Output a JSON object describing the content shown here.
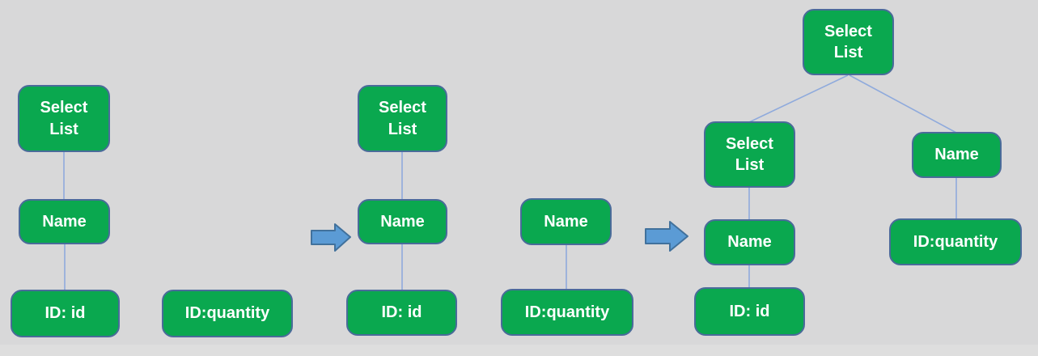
{
  "colors": {
    "bg": "#d8d8d9",
    "bg-strip": "#dedede",
    "node-fill": "#0aa84f",
    "node-border": "#4a6b9a",
    "connector": "#8faadc",
    "arrow-fill": "#5b9bd5",
    "arrow-border": "#41719c",
    "text": "#ffffff"
  },
  "nodes": {
    "tree1_select_list": "Select List",
    "tree1_name": "Name",
    "tree1_id_id": "ID: id",
    "tree1_id_quantity": "ID:quantity",
    "tree2_select_list": "Select List",
    "tree2_name": "Name",
    "tree2_id_id": "ID: id",
    "tree2_name2": "Name",
    "tree2_id_quantity": "ID:quantity",
    "tree3_root_select_list": "Select List",
    "tree3_select_list": "Select List",
    "tree3_name_right": "Name",
    "tree3_name_left": "Name",
    "tree3_id_id": "ID: id",
    "tree3_id_quantity": "ID:quantity"
  }
}
